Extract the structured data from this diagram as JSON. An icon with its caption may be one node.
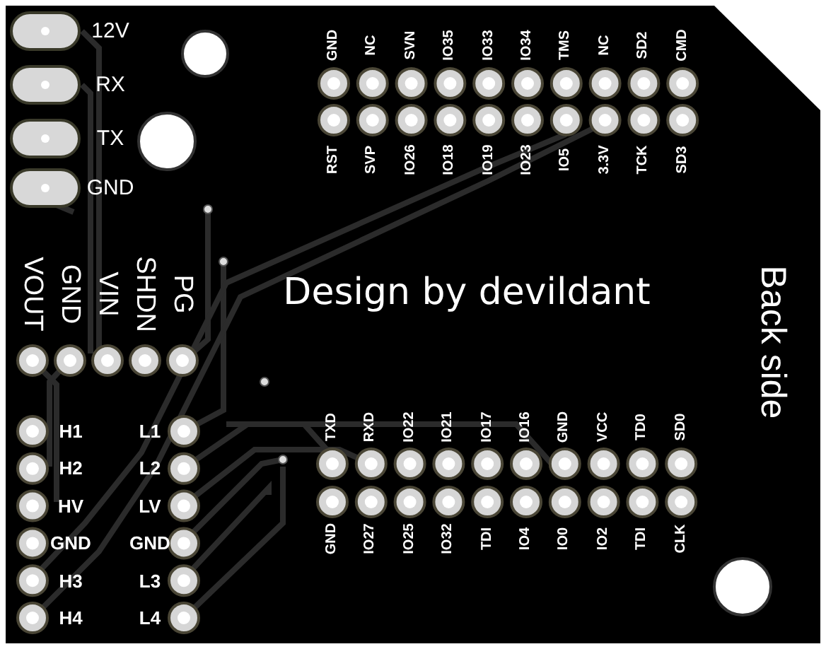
{
  "diagram": {
    "labels": [
      "12V",
      "RX",
      "TX",
      "GND",
      "GND",
      "NC",
      "SVN",
      "IO35",
      "IO33",
      "IO34",
      "TMS",
      "NC",
      "SD2",
      "CMD",
      "RST",
      "SVP",
      "IO26",
      "IO18",
      "IO19",
      "IO23",
      "IO5",
      "3.3V",
      "TCK",
      "SD3",
      "VOUT",
      "GND",
      "VIN",
      "SHDN",
      "PG",
      "Design by devildant",
      "Back side",
      "H1",
      "L1",
      "H2",
      "L2",
      "HV",
      "LV",
      "GND",
      "GND",
      "H3",
      "L3",
      "H4",
      "L4",
      "TXD",
      "RXD",
      "IO22",
      "IO21",
      "IO17",
      "IO16",
      "GND",
      "VCC",
      "TD0",
      "SD0",
      "GND",
      "IO27",
      "IO25",
      "IO32",
      "TDI",
      "IO4",
      "IO0",
      "IO2",
      "TDI",
      "CLK"
    ]
  }
}
